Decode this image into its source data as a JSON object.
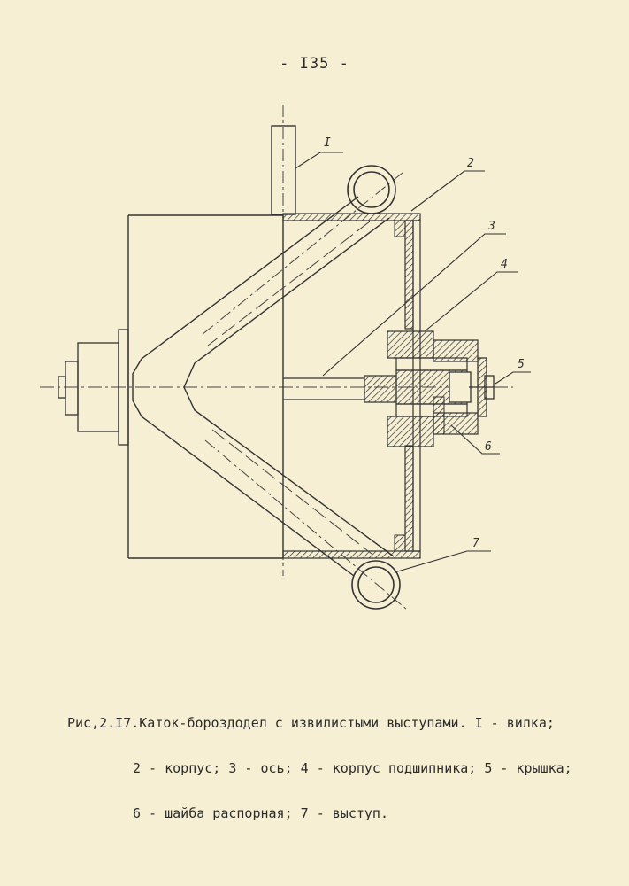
{
  "page": {
    "number_label": "- I35 -"
  },
  "figure": {
    "callouts": [
      "I",
      "2",
      "3",
      "4",
      "5",
      "6",
      "7"
    ]
  },
  "caption": {
    "line1": "Рис,2.I7.Каток-бороздодел с извилистыми выступами. I - вилка;",
    "line2": "2 - корпус; 3 - ось; 4 - корпус подшипника; 5 - крышка;",
    "line3": "6 - шайба распорная; 7 - выступ."
  },
  "colors": {
    "paper": "#f6efd3",
    "ink": "#2a2a2a"
  }
}
